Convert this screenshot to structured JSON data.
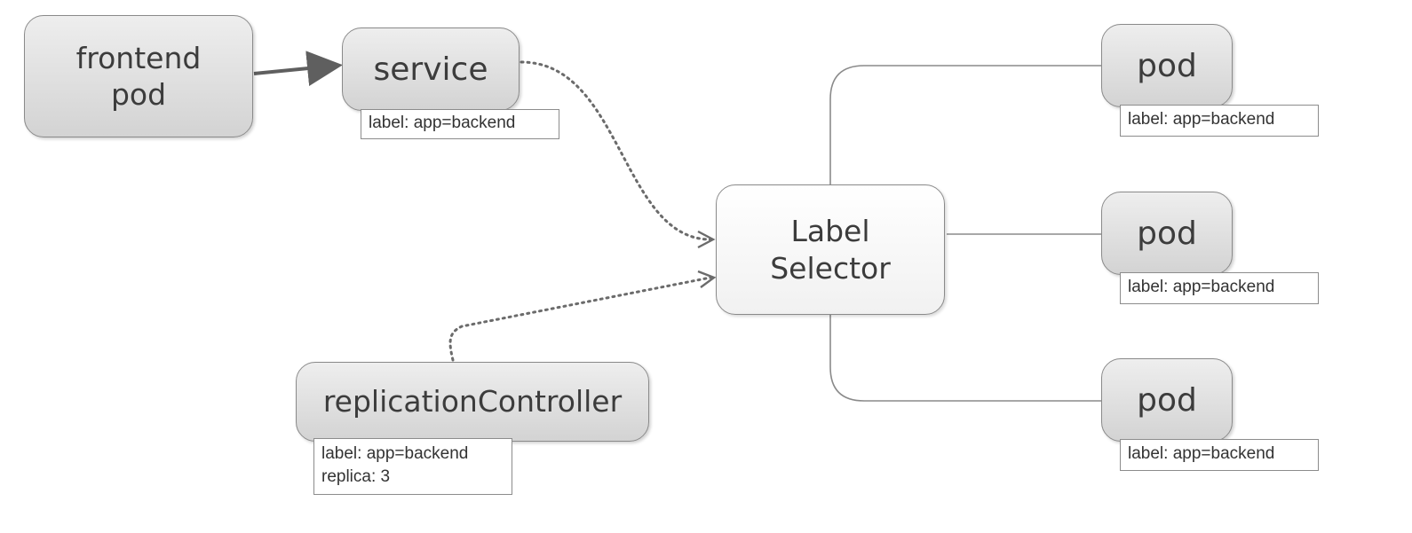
{
  "frontend_pod": {
    "line1": "frontend",
    "line2": "pod"
  },
  "service": {
    "title": "service",
    "label": "label: app=backend"
  },
  "label_selector": {
    "line1": "Label",
    "line2": "Selector"
  },
  "replication_controller": {
    "title": "replicationController",
    "label_line1": "label: app=backend",
    "label_line2": "replica: 3"
  },
  "pods": [
    {
      "title": "pod",
      "label": "label: app=backend"
    },
    {
      "title": "pod",
      "label": "label: app=backend"
    },
    {
      "title": "pod",
      "label": "label: app=backend"
    }
  ],
  "colors": {
    "node_border": "#8a8a8a",
    "connector": "#6b6b6b",
    "text": "#3c3c3c"
  }
}
